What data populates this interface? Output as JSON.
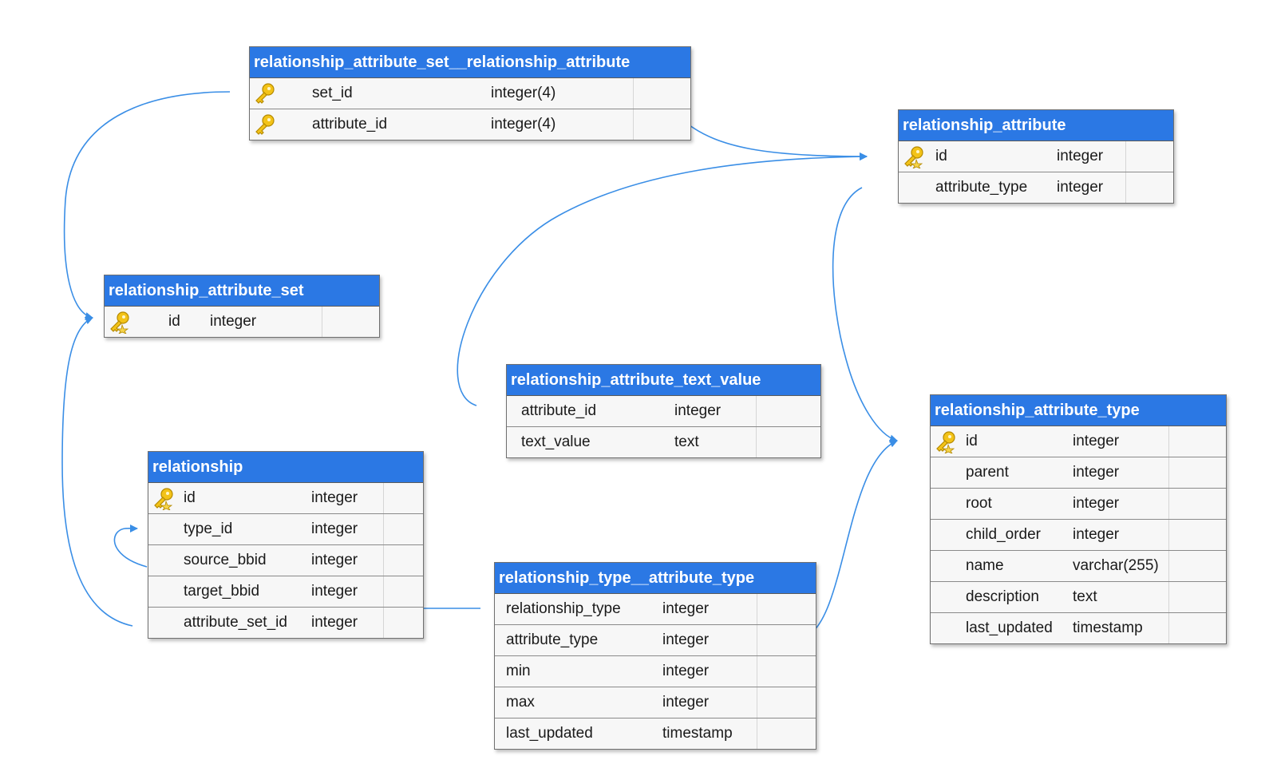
{
  "colors": {
    "header": "#2b78e4",
    "header_text": "#ffffff",
    "connector": "#3a8ee6",
    "row_bg": "#f7f7f7",
    "key_gold": "#f3c318"
  },
  "tables": [
    {
      "id": "rasra",
      "title": "relationship_attribute_set__relationship_attribute",
      "columns": [
        {
          "name": "set_id",
          "type": "integer(4)",
          "key": "key-icon"
        },
        {
          "name": "attribute_id",
          "type": "integer(4)",
          "key": "key-icon"
        }
      ]
    },
    {
      "id": "ra",
      "title": "relationship_attribute",
      "columns": [
        {
          "name": "id",
          "type": "integer",
          "key": "primary-key-icon"
        },
        {
          "name": "attribute_type",
          "type": "integer",
          "key": ""
        }
      ]
    },
    {
      "id": "ras",
      "title": "relationship_attribute_set",
      "columns": [
        {
          "name": "id",
          "type": "integer",
          "key": "primary-key-icon"
        }
      ]
    },
    {
      "id": "ratv",
      "title": "relationship_attribute_text_value",
      "columns": [
        {
          "name": "attribute_id",
          "type": "integer",
          "key": ""
        },
        {
          "name": "text_value",
          "type": "text",
          "key": ""
        }
      ]
    },
    {
      "id": "rat",
      "title": "relationship_attribute_type",
      "columns": [
        {
          "name": "id",
          "type": "integer",
          "key": "primary-key-icon"
        },
        {
          "name": "parent",
          "type": "integer",
          "key": ""
        },
        {
          "name": "root",
          "type": "integer",
          "key": ""
        },
        {
          "name": "child_order",
          "type": "integer",
          "key": ""
        },
        {
          "name": "name",
          "type": "varchar(255)",
          "key": ""
        },
        {
          "name": "description",
          "type": "text",
          "key": ""
        },
        {
          "name": "last_updated",
          "type": "timestamp",
          "key": ""
        }
      ]
    },
    {
      "id": "rel",
      "title": "relationship",
      "columns": [
        {
          "name": "id",
          "type": "integer",
          "key": "primary-key-icon"
        },
        {
          "name": "type_id",
          "type": "integer",
          "key": ""
        },
        {
          "name": "source_bbid",
          "type": "integer",
          "key": ""
        },
        {
          "name": "target_bbid",
          "type": "integer",
          "key": ""
        },
        {
          "name": "attribute_set_id",
          "type": "integer",
          "key": ""
        }
      ]
    },
    {
      "id": "rtat",
      "title": "relationship_type__attribute_type",
      "columns": [
        {
          "name": "relationship_type",
          "type": "integer",
          "key": ""
        },
        {
          "name": "attribute_type",
          "type": "integer",
          "key": ""
        },
        {
          "name": "min",
          "type": "integer",
          "key": ""
        },
        {
          "name": "max",
          "type": "integer",
          "key": ""
        },
        {
          "name": "last_updated",
          "type": "timestamp",
          "key": ""
        }
      ]
    }
  ]
}
